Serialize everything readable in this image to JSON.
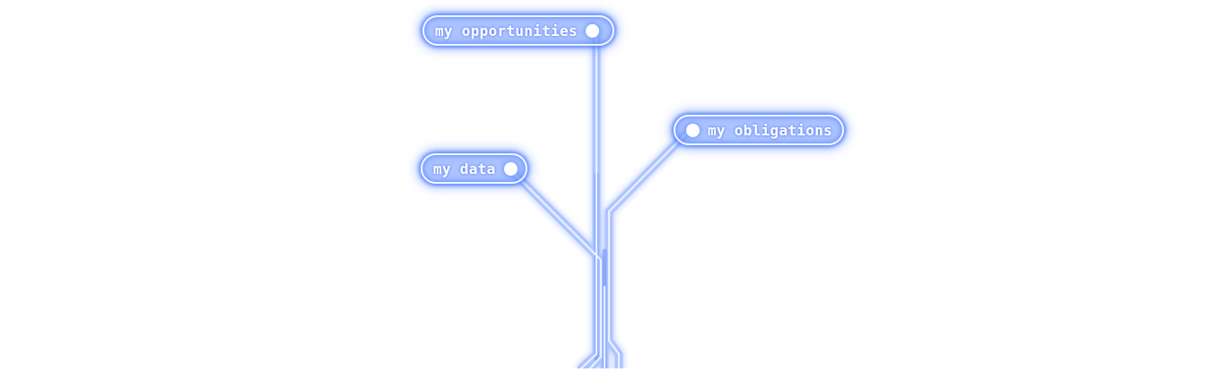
{
  "diagram": {
    "nodes": [
      {
        "id": "opportunities",
        "label": "my opportunities"
      },
      {
        "id": "obligations",
        "label": "my obligations"
      },
      {
        "id": "data",
        "label": "my data"
      }
    ]
  },
  "colors": {
    "line": "#eaf1ff",
    "glow": "#4d7dff",
    "pill_fill": "#8aa8ff",
    "pill_border": "#f2f6ff",
    "background": "#ffffff"
  }
}
